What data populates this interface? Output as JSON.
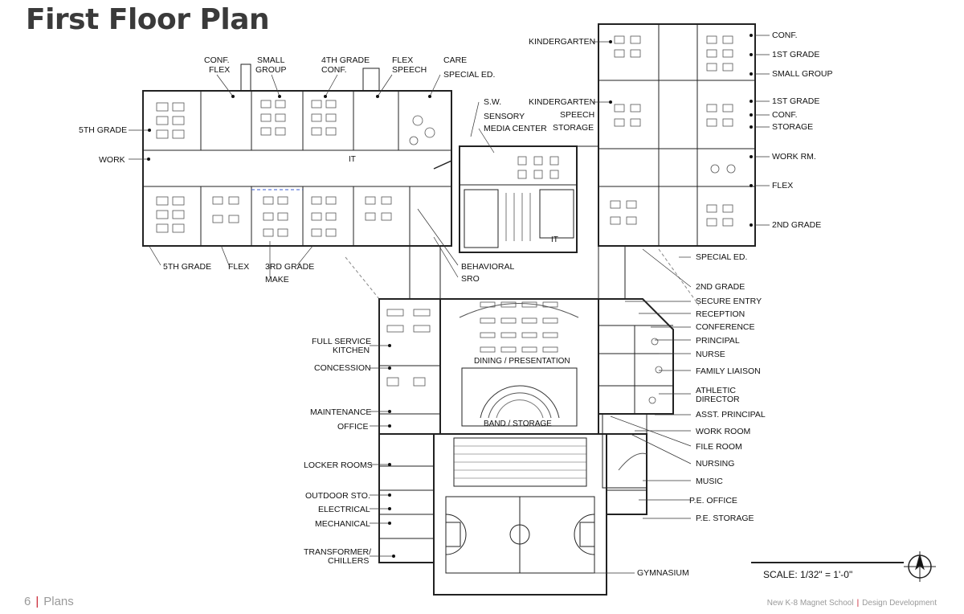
{
  "title": "First Floor Plan",
  "footer": {
    "page_number": "6",
    "section": "Plans",
    "project": "New K-8 Magnet School",
    "phase": "Design Development"
  },
  "scale": "SCALE: 1/32\" = 1'-0\"",
  "room_labels": {
    "dining": "DINING / PRESENTATION",
    "band": "BAND / STORAGE",
    "it_left": "IT",
    "it_center": "IT"
  },
  "labels": {
    "conf_flex_1": "CONF.",
    "conf_flex_2": "FLEX",
    "small_group_1": "SMALL",
    "small_group_2": "GROUP",
    "fourth_grade_conf_1": "4TH GRADE",
    "fourth_grade_conf_2": "CONF.",
    "flex_speech_1": "FLEX",
    "flex_speech_2": "SPEECH",
    "care": "CARE",
    "special_ed_top": "SPECIAL ED.",
    "fifth_grade_top": "5TH GRADE",
    "work": "WORK",
    "sw": "S.W.",
    "sensory": "SENSORY",
    "media_center": "MEDIA CENTER",
    "kindergarten_top": "KINDERGARTEN",
    "kindergarten_mid": "KINDERGARTEN",
    "speech": "SPEECH",
    "storage_mid": "STORAGE",
    "conf_right_top": "CONF.",
    "first_grade_1": "1ST GRADE",
    "small_group_right": "SMALL GROUP",
    "first_grade_2": "1ST GRADE",
    "conf_right_2": "CONF.",
    "storage_right": "STORAGE",
    "work_rm": "WORK RM.",
    "flex_right": "FLEX",
    "second_grade_right": "2ND GRADE",
    "special_ed_right": "SPECIAL ED.",
    "fifth_grade_bottom": "5TH GRADE",
    "flex_bottom": "FLEX",
    "third_grade": "3RD GRADE",
    "make": "MAKE",
    "behavioral": "BEHAVIORAL",
    "sro": "SRO",
    "second_grade_2": "2ND GRADE",
    "secure_entry": "SECURE ENTRY",
    "reception": "RECEPTION",
    "conference": "CONFERENCE",
    "principal": "PRINCIPAL",
    "nurse": "NURSE",
    "family_liaison": "FAMILY LIAISON",
    "athletic_1": "ATHLETIC",
    "athletic_2": "DIRECTOR",
    "asst_principal": "ASST. PRINCIPAL",
    "work_room": "WORK ROOM",
    "file_room": "FILE ROOM",
    "nursing": "NURSING",
    "music": "MUSIC",
    "pe_office": "P.E. OFFICE",
    "pe_storage": "P.E. STORAGE",
    "gymnasium": "GYMNASIUM",
    "full_service_1": "FULL SERVICE",
    "full_service_2": "KITCHEN",
    "concession": "CONCESSION",
    "maintenance": "MAINTENANCE",
    "office": "OFFICE",
    "locker_rooms": "LOCKER ROOMS",
    "outdoor_sto": "OUTDOOR STO.",
    "electrical": "ELECTRICAL",
    "mechanical": "MECHANICAL",
    "transformer_1": "TRANSFORMER/",
    "transformer_2": "CHILLERS"
  }
}
